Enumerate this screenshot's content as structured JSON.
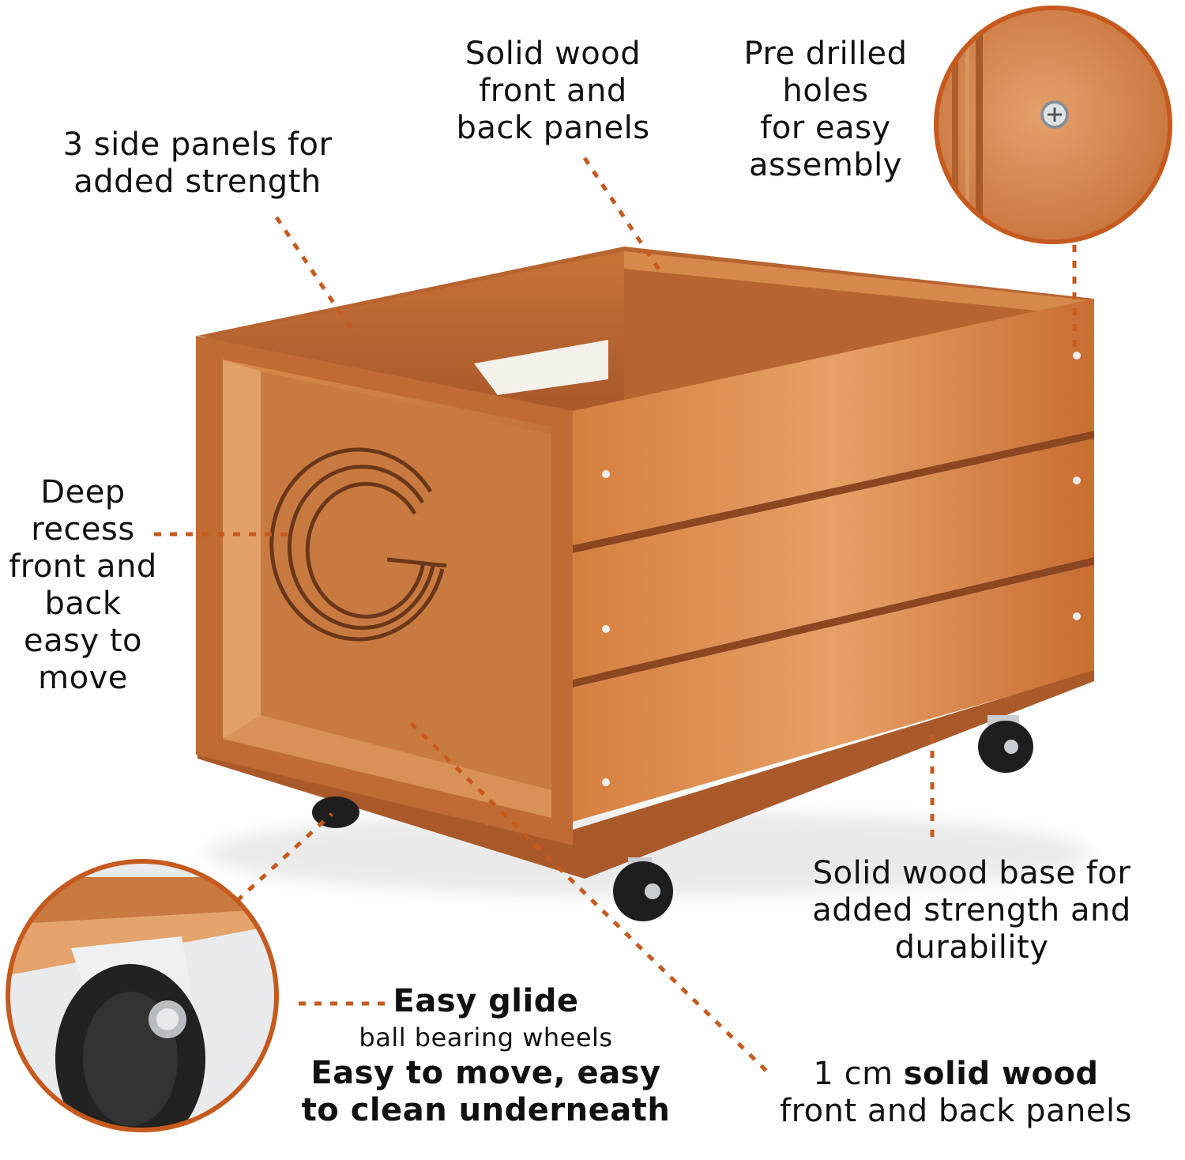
{
  "colors": {
    "accent": "#c65a1e",
    "wood_light": "#e0924f",
    "wood_mid": "#c9743a",
    "wood_dark": "#9a4f22",
    "wheel": "#1e1e1e",
    "metal": "#c9ccd0",
    "text": "#111111"
  },
  "labels": {
    "side_panels": {
      "line1": "3 side panels for",
      "line2": "added strength"
    },
    "solid_front_back": {
      "line1": "Solid wood",
      "line2": "front and",
      "line3": "back panels"
    },
    "pre_drilled": {
      "line1": "Pre drilled",
      "line2": "holes",
      "line3": "for easy",
      "line4": "assembly"
    },
    "deep_recess": {
      "line1": "Deep",
      "line2": "recess",
      "line3": "front and",
      "line4": "back",
      "line5": "easy to",
      "line6": "move"
    },
    "solid_base": {
      "line1": "Solid wood base for",
      "line2": "added strength and",
      "line3": "durability"
    },
    "easy_glide": {
      "title": "Easy glide",
      "subtitle": "ball bearing wheels",
      "line3": "Easy to move, easy",
      "line4": "to clean underneath"
    },
    "one_cm": {
      "prefix": "1 cm ",
      "bold": "solid wood",
      "line2": "front and back panels"
    }
  },
  "icons": {
    "screw_detail": "screw-closeup-icon",
    "wheel_detail": "caster-wheel-closeup-icon",
    "logo": "g-logo-icon"
  }
}
